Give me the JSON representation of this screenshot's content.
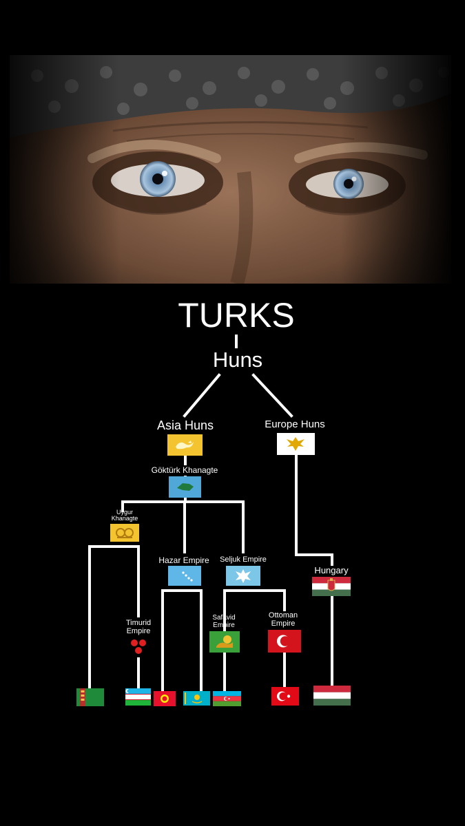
{
  "title": "TURKS",
  "nodes": {
    "huns": "Huns",
    "asia_huns": "Asia Huns",
    "europe_huns": "Europe Huns",
    "gokturk": "Göktürk Khanagte",
    "uygur_line1": "Uygur",
    "uygur_line2": "Khanagte",
    "hazar": "Hazar Empire",
    "seljuk": "Seljuk Empire",
    "hungary": "Hungary",
    "timurid_line1": "Timurid",
    "timurid_line2": "Empire",
    "safavid_line1": "Safavid",
    "safavid_line2": "Empire",
    "ottoman_line1": "Ottoman",
    "ottoman_line2": "Empire"
  },
  "flag_icons": {
    "asia_huns": "yellow-dragon-flag-icon",
    "europe_huns": "white-eagle-flag-icon",
    "gokturk": "blue-wolf-flag-icon",
    "uygur": "yellow-lions-flag-icon",
    "hazar": "blue-crescent-stars-flag-icon",
    "seljuk": "eagle-emblem-flag-icon",
    "hungary_coat": "hungary-coat-of-arms-flag-icon",
    "timurid": "three-red-circles-icon",
    "safavid": "green-lion-sun-flag-icon",
    "ottoman": "red-crescent-flag-icon",
    "turkmenistan": "turkmenistan-flag-icon",
    "uzbekistan": "uzbekistan-flag-icon",
    "kyrgyzstan": "kyrgyzstan-flag-icon",
    "kazakhstan": "kazakhstan-flag-icon",
    "azerbaijan": "azerbaijan-flag-icon",
    "turkey": "turkey-flag-icon",
    "hungary": "hungary-flag-icon"
  },
  "colors": {
    "background": "#000000",
    "line": "#ffffff",
    "text": "#ffffff"
  }
}
